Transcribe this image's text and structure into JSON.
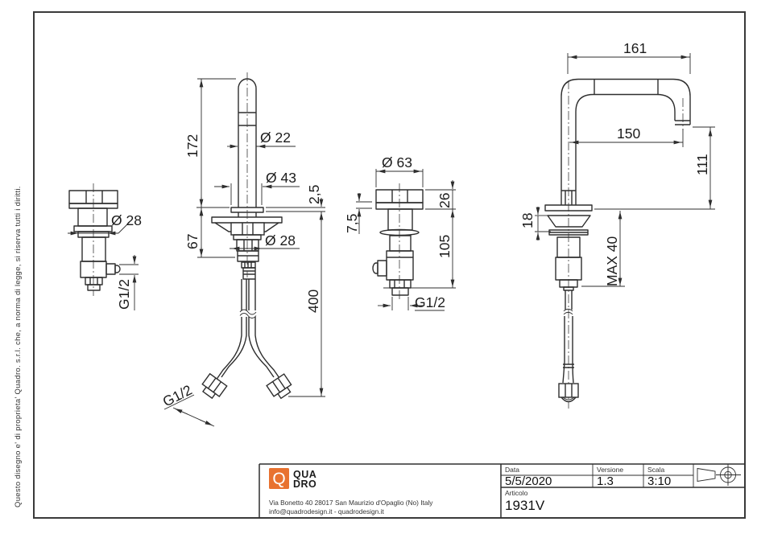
{
  "side_note": "Questo disegno e' di proprieta' Quadro. s.r.l. che, a norma di legge, si riserva tutti i diritti.",
  "dims": {
    "handle": {
      "d28": "Ø 28",
      "g12": "G1/2"
    },
    "mixer": {
      "h172": "172",
      "d22": "Ø 22",
      "d43": "Ø 43",
      "t25": "2,5",
      "h67": "67",
      "d28": "Ø 28",
      "h400": "400",
      "g12": "G1/2"
    },
    "valve": {
      "d63": "Ø 63",
      "h26": "26",
      "t75": "7,5",
      "h105": "105",
      "g12": "G1/2"
    },
    "spout": {
      "w161": "161",
      "w150": "150",
      "h111": "111",
      "h18": "18",
      "max40": "MAX 40"
    }
  },
  "title_block": {
    "logo_letter": "Q",
    "logo_line1": "QUA",
    "logo_line2": "DRO",
    "address1": "Via Bonetto 40  28017 San Maurizio d'Opaglio (No) Italy",
    "address2": "info@quadrodesign.it  -  quadrodesign.it",
    "data_label": "Data",
    "data_value": "5/5/2020",
    "versione_label": "Versione",
    "versione_value": "1.3",
    "scala_label": "Scala",
    "scala_value": "3:10",
    "articolo_label": "Articolo",
    "articolo_value": "1931V"
  },
  "colors": {
    "line": "#2E2E2E",
    "accent_orange": "#E87230",
    "background": "#FFFFFF"
  }
}
